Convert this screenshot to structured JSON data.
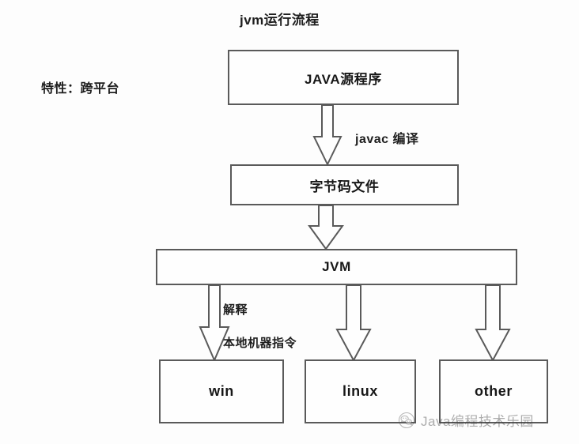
{
  "diagram": {
    "title": "jvm运行流程",
    "feature_note": "特性：跨平台",
    "background_color": "#fdfdfd",
    "line_color": "#5a5a5a",
    "text_color": "#1e1e1e",
    "nodes": [
      {
        "id": "java-source",
        "label": "JAVA源程序"
      },
      {
        "id": "bytecode",
        "label": "字节码文件"
      },
      {
        "id": "jvm",
        "label": "JVM"
      },
      {
        "id": "win",
        "label": "win"
      },
      {
        "id": "linux",
        "label": "linux"
      },
      {
        "id": "other",
        "label": "other"
      }
    ],
    "edges": [
      {
        "id": "compile",
        "from": "java-source",
        "to": "bytecode",
        "label": "javac 编译",
        "style": "block-arrow"
      },
      {
        "id": "to-jvm",
        "from": "bytecode",
        "to": "jvm",
        "label": "",
        "style": "block-arrow"
      },
      {
        "id": "to-win",
        "from": "jvm",
        "to": "win",
        "label": "解释",
        "label2": "本地机器指令",
        "style": "block-arrow"
      },
      {
        "id": "to-linux",
        "from": "jvm",
        "to": "linux",
        "label": "",
        "style": "block-arrow"
      },
      {
        "id": "to-other",
        "from": "jvm",
        "to": "other",
        "label": "",
        "style": "block-arrow"
      }
    ]
  },
  "watermark": {
    "text": "Java编程技术乐园",
    "icon": "wechat-logo-icon"
  }
}
